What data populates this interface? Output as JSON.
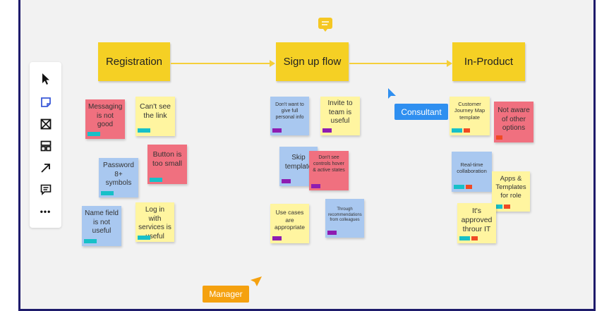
{
  "toolbar": {
    "tools": [
      "select-tool",
      "sticky-note-tool",
      "frame-tool",
      "template-tool",
      "arrow-tool",
      "comment-tool",
      "more-tool"
    ],
    "more_label": "•••"
  },
  "headers": {
    "registration": "Registration",
    "signup": "Sign up flow",
    "inproduct": "In-Product"
  },
  "stickies": {
    "s1": "Messaging is not good",
    "s2": "Can't see the link",
    "s3": "Button is too small",
    "s4": "Password 8+ symbols",
    "s5": "Name field is not useful",
    "s6": "Log in with services is useful",
    "s7": "Don't want to give full personal info",
    "s8": "Invite to team is useful",
    "s9": "Skip template",
    "s10": "Don't see controls hover & active states",
    "s11": "Use cases are appropriate",
    "s12": "Through recommendations from colleagues",
    "s13": "Customer Journey Map template",
    "s14": "Not aware of other options",
    "s15": "Real-time collaboration",
    "s16": "Apps & Templates for role",
    "s17": "It's approved throur IT"
  },
  "cursors": {
    "consultant": "Consultant",
    "manager": "Manager"
  },
  "colors": {
    "header": "#f5d024",
    "yellow": "#fff5a0",
    "pink": "#f0707f",
    "blue": "#a9c8f0",
    "consultant": "#2f8ff0",
    "manager": "#f5a10f",
    "frame": "#1e1b6b"
  }
}
